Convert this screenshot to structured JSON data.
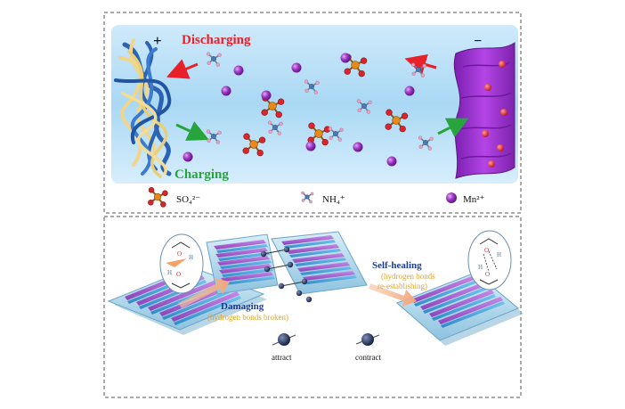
{
  "top_panel": {
    "label_discharging": "Discharging",
    "label_charging": "Charging",
    "plus_sign": "+",
    "minus_sign": "−",
    "legend": {
      "so4": "SO₄²⁻",
      "nh4": "NH₄⁺",
      "mn": "Mn²⁺"
    }
  },
  "bottom_panel": {
    "damaging_title": "Damaging",
    "damaging_sub": "(hydrogen bonds broken)",
    "healing_title": "Self-healing",
    "healing_sub_1": "(hydrogen bonds",
    "healing_sub_2": "re-establishing)",
    "attract": "attract",
    "contract": "contract",
    "atom_o": "O",
    "atom_h": "H"
  },
  "colors": {
    "discharge_arrow": "#e8202a",
    "charge_arrow": "#27a53c",
    "sulfur": "#e88a1a",
    "oxygen": "#d9262b",
    "nitrogen": "#4a79b6",
    "hydrogen": "#e6a4c4",
    "manganese": "#8e2fb0",
    "cathode_fiber_blue": "#2d63b5",
    "cathode_fiber_yellow": "#f0d58a",
    "anode": "#9b2fc9",
    "electrolyte_bg": "#aedbf5",
    "label_blue": "#1f3b8c",
    "label_orange": "#e0a52a"
  }
}
